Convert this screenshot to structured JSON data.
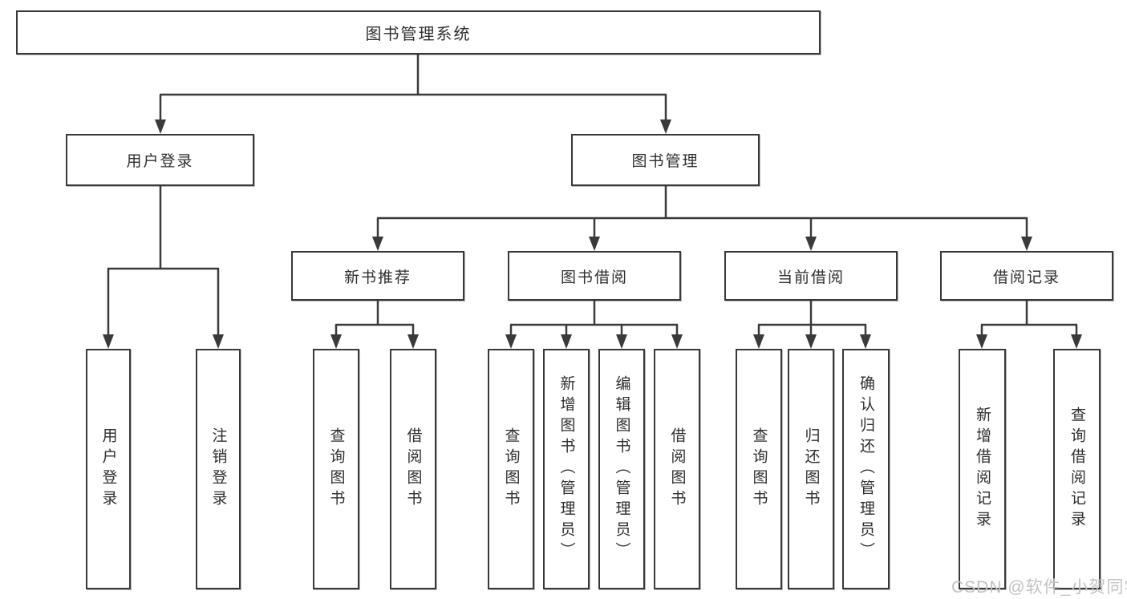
{
  "tree": {
    "root": "图书管理系统",
    "branches": [
      {
        "label": "用户登录",
        "children": [
          "用户登录",
          "注销登录"
        ]
      },
      {
        "label": "图书管理",
        "sections": [
          {
            "label": "新书推荐",
            "children": [
              "查询图书",
              "借阅图书"
            ]
          },
          {
            "label": "图书借阅",
            "children": [
              "查询图书",
              "新增图书（管理员）",
              "编辑图书（管理员）",
              "借阅图书"
            ]
          },
          {
            "label": "当前借阅",
            "children": [
              "查询图书",
              "归还图书",
              "确认归还（管理员）"
            ]
          },
          {
            "label": "借阅记录",
            "children": [
              "新增借阅记录",
              "查询借阅记录"
            ]
          }
        ]
      }
    ]
  },
  "watermark": {
    "text": "CSDN @软件_小贺同学"
  },
  "colors": {
    "line": "#3a3a3a",
    "box_border": "#383838",
    "text": "#2e2e2e",
    "watermark": "#c2c2c2",
    "background": "#ffffff"
  }
}
